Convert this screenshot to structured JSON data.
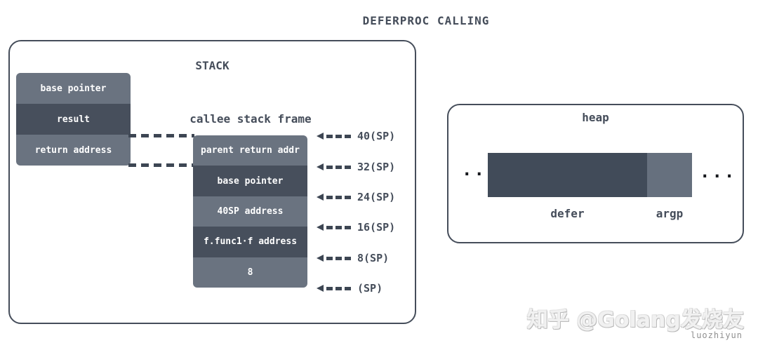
{
  "title": "DEFERPROC CALLING",
  "colors": {
    "cell_medium": "#6a7380",
    "cell_dark": "#474f5c",
    "heap_defer": "#414b59",
    "heap_argp": "#66707e",
    "outline": "#454d5a",
    "white_text": "#ffffff"
  },
  "stack": {
    "label": "STACK",
    "caller_cells": [
      {
        "label": "base pointer"
      },
      {
        "label": "result"
      },
      {
        "label": "return address"
      }
    ],
    "callee": {
      "label": "callee stack frame",
      "cells": [
        {
          "label": "parent return addr"
        },
        {
          "label": "base pointer"
        },
        {
          "label": "40SP address"
        },
        {
          "label": "f.func1·f address"
        },
        {
          "label": "8"
        }
      ]
    },
    "sp_markers": [
      "40(SP)",
      "32(SP)",
      "24(SP)",
      "16(SP)",
      "8(SP)",
      "(SP)"
    ]
  },
  "heap": {
    "label": "heap",
    "ellipsis_left": "...",
    "ellipsis_right": "...",
    "segments": [
      {
        "label": "defer"
      },
      {
        "label": "argp"
      }
    ]
  },
  "watermark": {
    "text": "知乎 @Golang发烧友",
    "author": "luozhiyun"
  }
}
